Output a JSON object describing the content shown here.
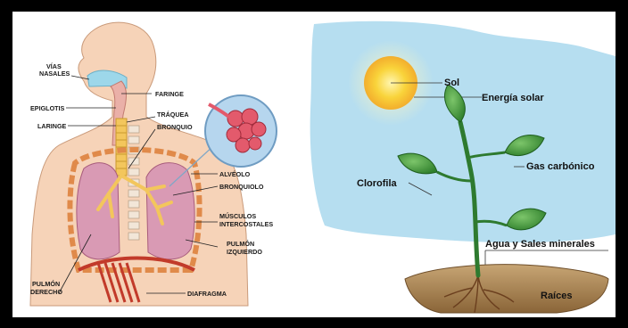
{
  "respiratory": {
    "labels": {
      "nasal_1": "VÍAS",
      "nasal_2": "NASALES",
      "epiglotis": "EPIGLOTIS",
      "laringe": "LARINGE",
      "faringe": "FARINGE",
      "traquea": "TRÁQUEA",
      "bronquio": "BRONQUIO",
      "alveolo": "ALVÉOLO",
      "bronquiolo": "BRONQUIOLO",
      "musculos_1": "MÚSCULOS",
      "musculos_2": "INTERCOSTALES",
      "pulmon_izq_1": "PULMÓN",
      "pulmon_izq_2": "IZQUIERDO",
      "pulmon_der_1": "PULMÓN",
      "pulmon_der_2": "DERECHO",
      "diafragma": "DIAFRAGMA"
    },
    "colors": {
      "skin": "#f6d3b8",
      "lung": "#d99ab4",
      "rib": "#e08a4a",
      "trachea": "#f3c65c",
      "muscle": "#c23a2a"
    }
  },
  "photosynthesis": {
    "labels": {
      "sol": "Sol",
      "energia": "Energía solar",
      "gas": "Gas carbónico",
      "clorofila": "Clorofila",
      "agua": "Agua y Sales minerales",
      "raices": "Raíces"
    },
    "colors": {
      "sky": "#b6def0",
      "sun": "#f7c51d",
      "leaf": "#3f9a3a",
      "stem": "#2e7a2f",
      "soil": "#a07c4e"
    }
  }
}
